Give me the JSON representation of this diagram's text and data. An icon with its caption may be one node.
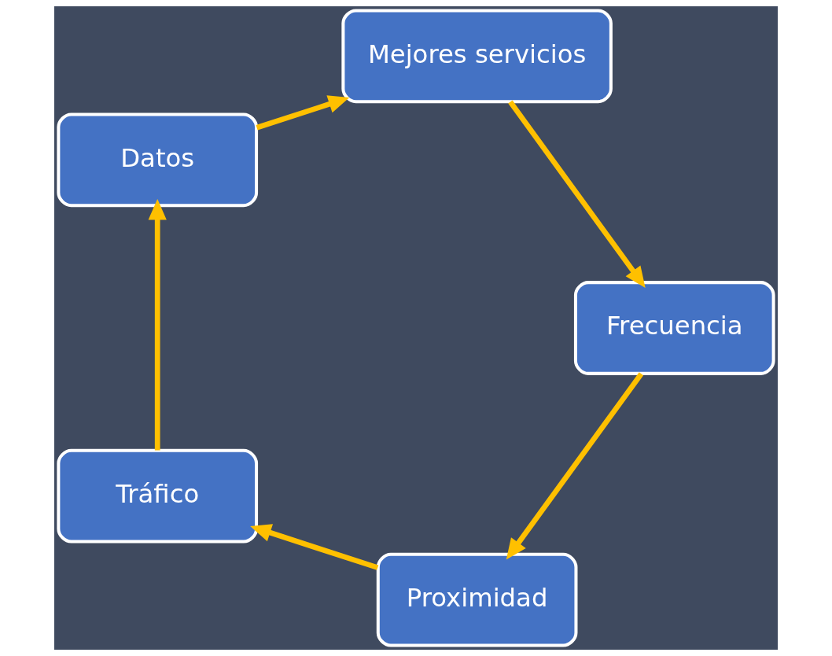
{
  "diagram": {
    "nodes": [
      {
        "text": [
          "Proximidad"
        ]
      },
      {
        "text": [
          "Tráfico"
        ]
      },
      {
        "text": [
          "Datos"
        ]
      },
      {
        "text": [
          "Mejores servicios"
        ]
      },
      {
        "text": [
          "Frecuencia"
        ]
      }
    ],
    "edges": [
      {
        "from": 0,
        "to": 1,
        "arrow": "to"
      },
      {
        "from": 1,
        "to": 2,
        "arrow": "to"
      },
      {
        "from": 2,
        "to": 3,
        "arrow": "to"
      },
      {
        "from": 3,
        "to": 4,
        "arrow": "to"
      },
      {
        "from": 4,
        "to": 0,
        "arrow": "to"
      }
    ]
  }
}
